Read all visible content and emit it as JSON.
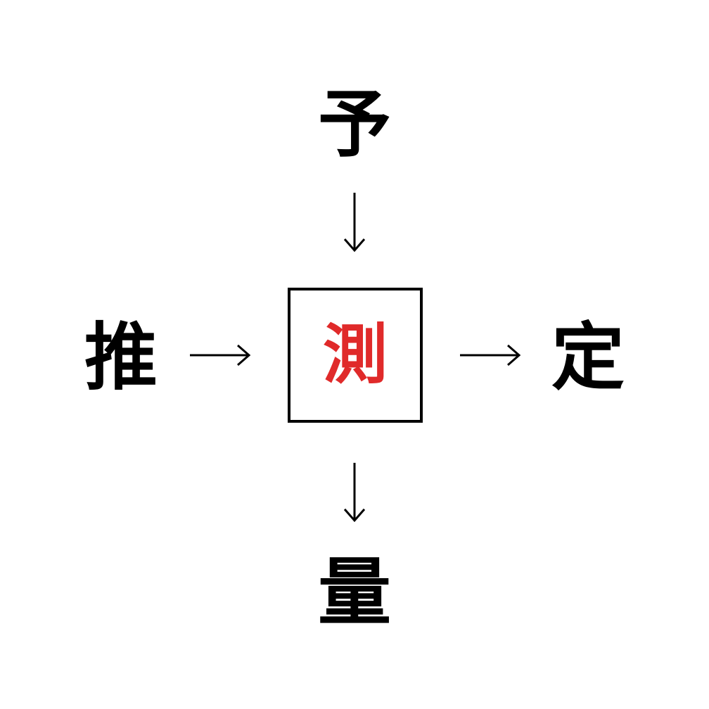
{
  "puzzle": {
    "top": "予",
    "left": "推",
    "right": "定",
    "bottom": "量",
    "center": "測"
  },
  "colors": {
    "answer": "#e02a2a",
    "text": "#000000"
  }
}
